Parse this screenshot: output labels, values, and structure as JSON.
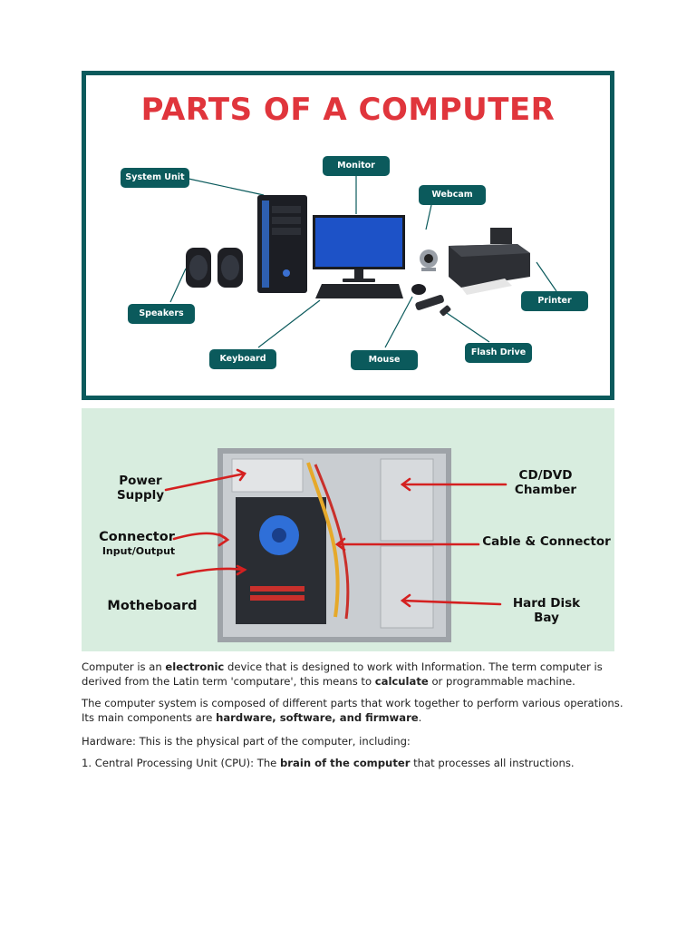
{
  "figure1": {
    "title": "PARTS OF A COMPUTER",
    "labels": {
      "system_unit": "System Unit",
      "monitor": "Monitor",
      "webcam": "Webcam",
      "speakers": "Speakers",
      "printer": "Printer",
      "keyboard": "Keyboard",
      "mouse": "Mouse",
      "flash_drive": "Flash Drive"
    },
    "colors": {
      "frame": "#0b5a5c",
      "title": "#e0353c",
      "tag": "#0b5a5c"
    }
  },
  "figure2": {
    "labels": {
      "power_supply_1": "Power",
      "power_supply_2": "Supply",
      "connector": "Connector",
      "connector_sub": "Input/Output",
      "motherboard": "Motheboard",
      "cd_dvd_1": "CD/DVD",
      "cd_dvd_2": "Chamber",
      "cable": "Cable & Connector",
      "hdd": "Hard Disk Bay"
    },
    "colors": {
      "background": "#d8eddf",
      "arrow": "#d42020"
    }
  },
  "text": {
    "p1": {
      "a": "Computer is an ",
      "b": "electronic",
      "c": " device that is designed to work with Information. The term computer is derived from the Latin term 'computare', this means to ",
      "d": "calculate",
      "e": " or programmable machine."
    },
    "p2": {
      "a": "The computer system is composed of different parts that work together to perform various operations. Its main components are ",
      "b": "hardware, software, and firmware",
      "c": "."
    },
    "p3": "Hardware: This is the physical part of the computer,  including:",
    "p4": {
      "a": "1. Central Processing Unit (CPU): The ",
      "b": "brain of the computer",
      "c": " that processes all instructions."
    }
  }
}
